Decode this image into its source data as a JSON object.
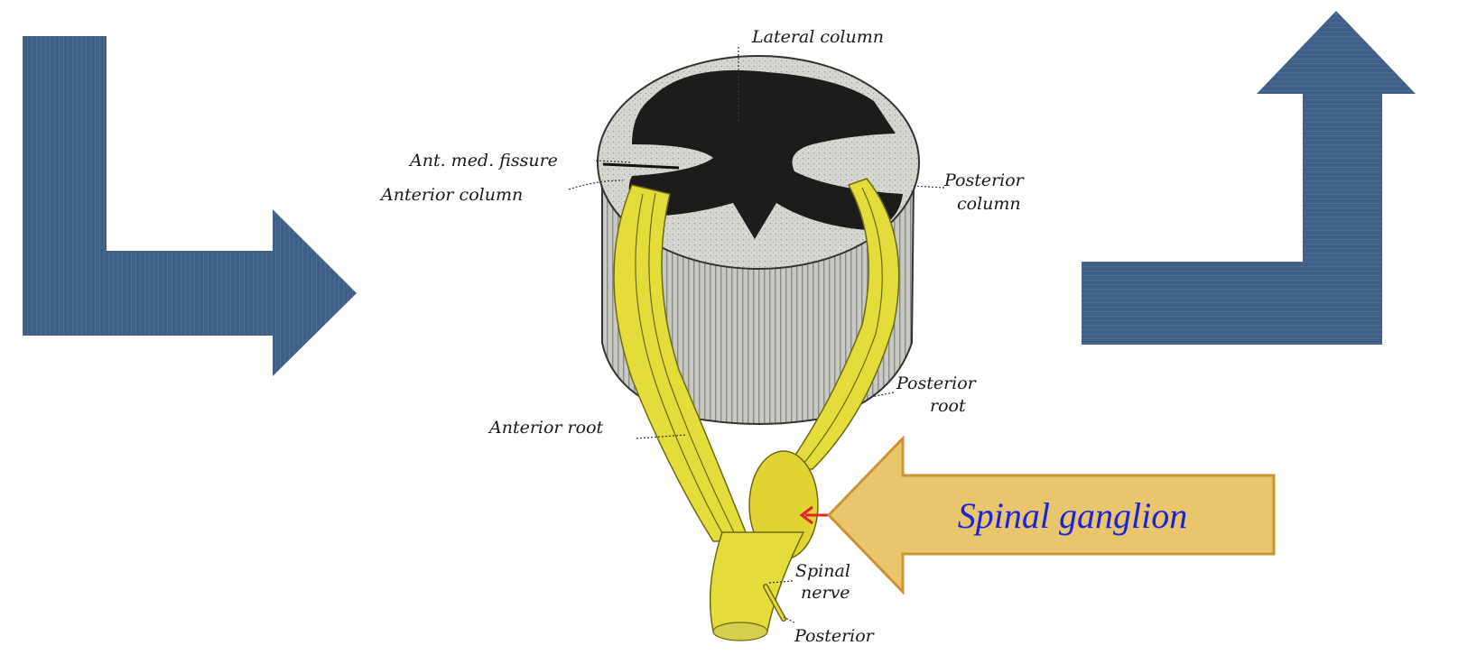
{
  "labels": {
    "lateral_column": "Lateral column",
    "ant_med_fissure": "Ant. med. fissure",
    "anterior_column": "Anterior column",
    "posterior_column_1": "Posterior",
    "posterior_column_2": "column",
    "posterior_root_1": "Posterior",
    "posterior_root_2": "root",
    "anterior_root": "Anterior root",
    "spinal_nerve_1": "Spinal",
    "spinal_nerve_2": "nerve",
    "posterior_bottom": "Posterior"
  },
  "callout": {
    "text": "Spinal ganglion"
  },
  "colors": {
    "arrow_blue": "#3f5f86",
    "callout_fill": "#e9c56e",
    "callout_border": "#c99531",
    "callout_text": "#1c24d8",
    "nerve_yellow": "#e4dc3a",
    "pointer_red": "#d9272e"
  }
}
